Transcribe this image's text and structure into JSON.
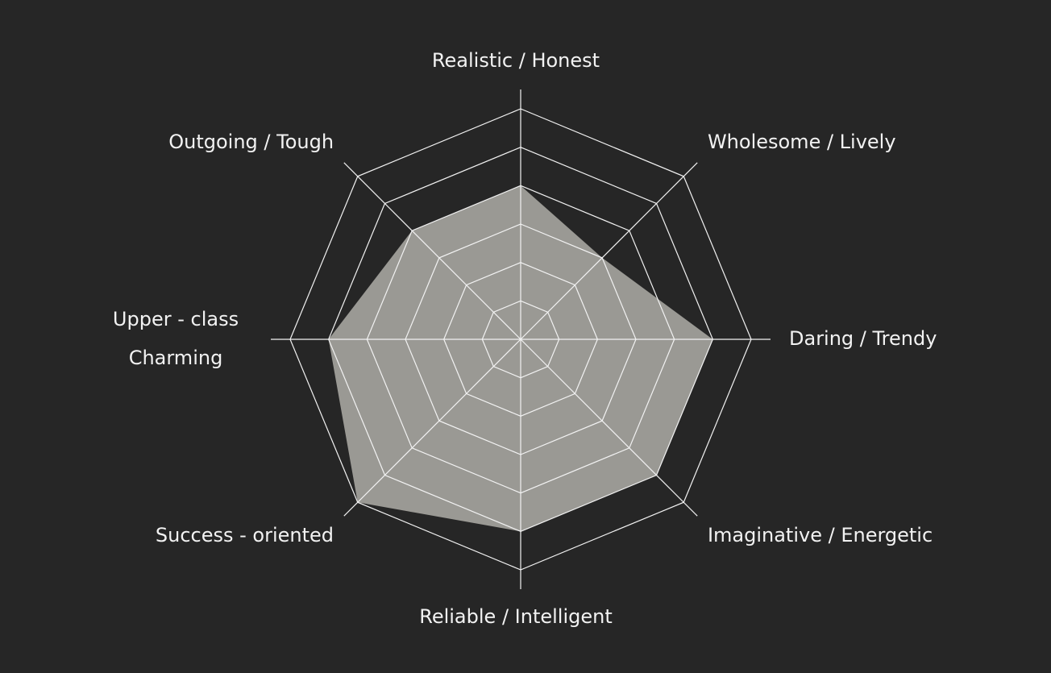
{
  "chart_data": {
    "type": "radar",
    "axes": [
      {
        "key": "realistic",
        "label": [
          "Realistic / Honest"
        ]
      },
      {
        "key": "wholesome",
        "label": [
          "Wholesome / Lively"
        ]
      },
      {
        "key": "daring",
        "label": [
          "Daring / Trendy"
        ]
      },
      {
        "key": "imaginative",
        "label": [
          "Imaginative / Energetic"
        ]
      },
      {
        "key": "reliable",
        "label": [
          "Reliable / Intelligent"
        ]
      },
      {
        "key": "success",
        "label": [
          "Success - oriented"
        ]
      },
      {
        "key": "upper_class",
        "label": [
          "Upper - class",
          "Charming"
        ]
      },
      {
        "key": "outgoing",
        "label": [
          "Outgoing / Tough"
        ]
      }
    ],
    "levels": 6,
    "max_value": 6,
    "series": [
      {
        "values": [
          4,
          3,
          5,
          5,
          5,
          6,
          5,
          4
        ]
      }
    ],
    "colors": {
      "background": "#262626",
      "grid": "#f2f2f2",
      "fill": "#9a9994",
      "text": "#f2f2f2"
    }
  }
}
